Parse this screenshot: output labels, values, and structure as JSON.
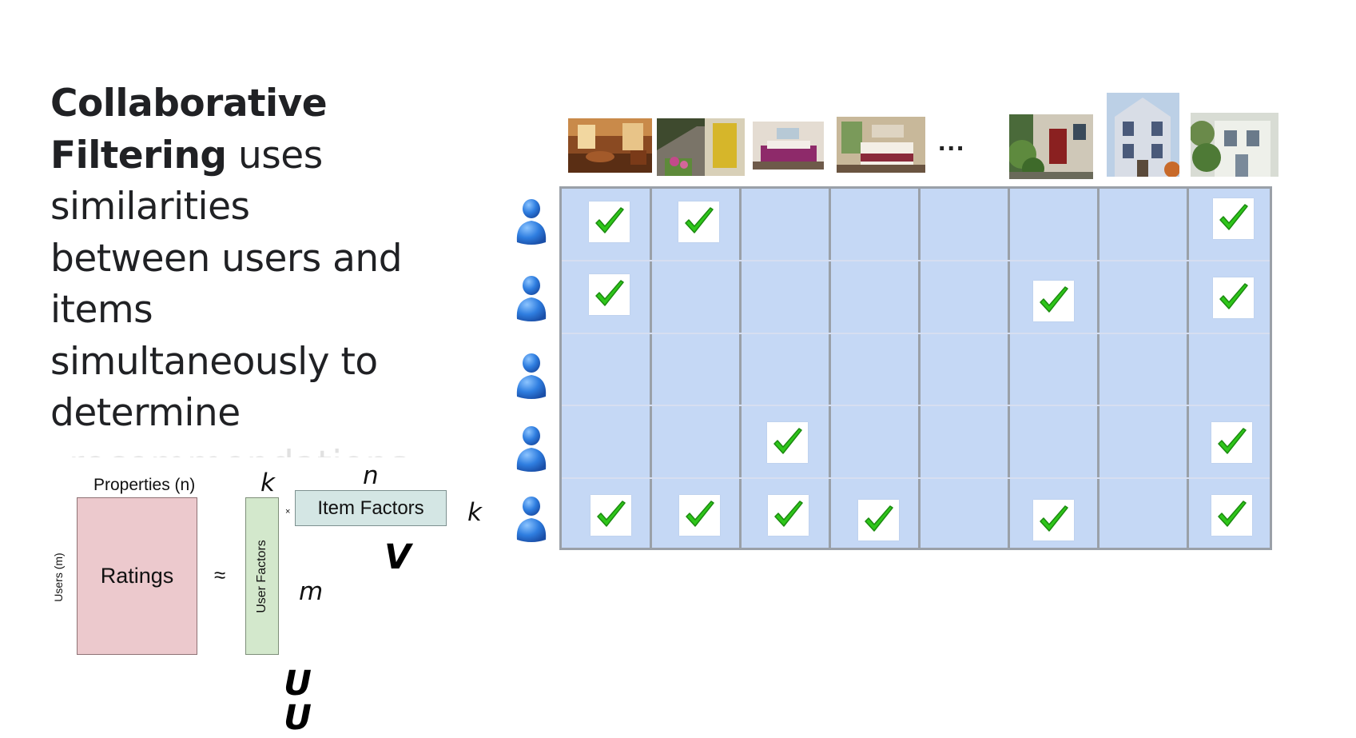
{
  "headline": {
    "line1": "Collaborative",
    "line2_bold": "Filtering",
    "line2_rest": " uses",
    "line3": "similarities",
    "line4": "between users and",
    "line5": "items",
    "line6": "simultaneously to",
    "line7": "determine",
    "line8": "recommendations"
  },
  "factorization": {
    "properties_label": "Properties (n)",
    "users_label": "Users (m)",
    "ratings_label": "Ratings",
    "approx_symbol": "≈",
    "k_top": "k",
    "n_top": "n",
    "times_symbol": "×",
    "user_factors_label": "User Factors",
    "item_factors_label": "Item Factors",
    "k_right": "k",
    "m_label": "m",
    "v_label": "V",
    "u_label_1": "U",
    "u_label_2": "U"
  },
  "grid": {
    "ellipsis": "...",
    "colors": {
      "cell_bg": "#c5d8f5",
      "grid_line": "#9aa0a8",
      "check_green": "#2ec61a",
      "user_blue": "#2f7ee0"
    },
    "columns": 8,
    "rows": 5,
    "ratings": [
      [
        1,
        1,
        0,
        0,
        0,
        0,
        0,
        1
      ],
      [
        1,
        0,
        0,
        0,
        0,
        1,
        0,
        1
      ],
      [
        0,
        0,
        0,
        0,
        0,
        0,
        0,
        0
      ],
      [
        0,
        0,
        1,
        0,
        0,
        0,
        0,
        1
      ],
      [
        1,
        1,
        1,
        1,
        0,
        1,
        0,
        1
      ]
    ],
    "item_images": [
      "living-room-photo",
      "entry-stairs-photo",
      "bedroom-magenta-photo",
      "bedroom-photo",
      "",
      "house-front-door-photo",
      "victorian-house-photo",
      "white-house-photo"
    ],
    "user_icon": "user-icon",
    "check_icon": "checkmark-icon"
  }
}
